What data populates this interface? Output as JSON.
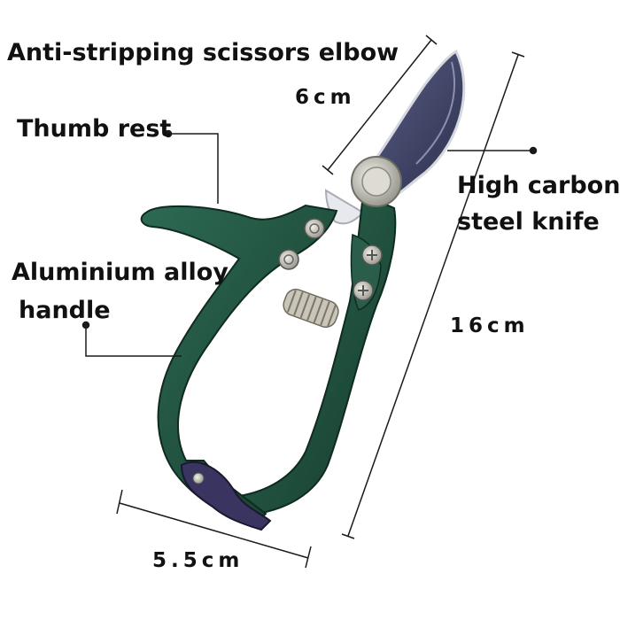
{
  "labels": {
    "title": "Anti-stripping scissors elbow",
    "thumb_rest": "Thumb rest",
    "blade_line1": "High carbon",
    "blade_line2": "steel knife",
    "handle_line1": "Aluminium alloy",
    "handle_line2": "handle"
  },
  "dimensions": {
    "blade_length": "6cm",
    "total_length": "16cm",
    "handle_width": "5.5cm"
  },
  "colors": {
    "handle_green": "#1f4f3c",
    "blade_steel": "#3e4266",
    "text": "#111111"
  }
}
